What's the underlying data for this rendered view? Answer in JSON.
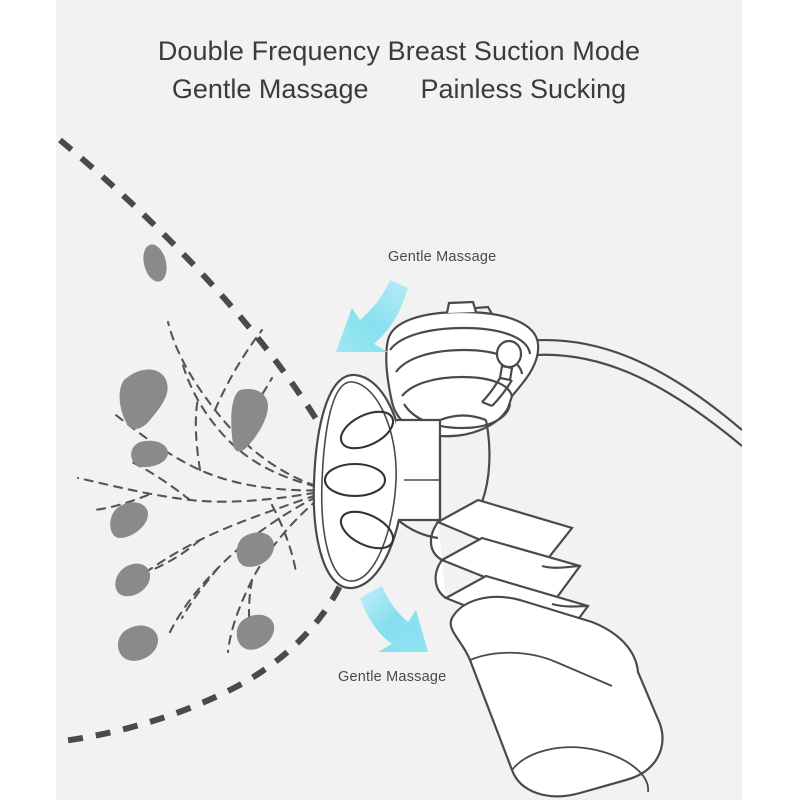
{
  "poster": {
    "background_color": "#ffffff",
    "panel_color": "#f2f2f2",
    "heading_color": "#3b3b3b",
    "callout_color": "#4a4a4a",
    "arrow_color": "#7fe3f0",
    "line_color": "#4a4a4a",
    "lobule_color": "#8a8a8a",
    "dashed_outline_color": "#4a4a4a"
  },
  "headings": {
    "line1": "Double Frequency Breast Suction Mode",
    "line2_left": "Gentle Massage",
    "line2_right": "Painless Sucking"
  },
  "callouts": {
    "top": "Gentle Massage",
    "bottom": "Gentle Massage"
  },
  "diagram": {
    "title": "Breast pump suction illustration",
    "parts": [
      {
        "name": "breast-outline",
        "style": "thick-dashed-curve"
      },
      {
        "name": "milk-duct-network",
        "style": "fine-dashed-branches"
      },
      {
        "name": "milk-lobules",
        "count": 9,
        "style": "gray-blobs"
      },
      {
        "name": "breast-shield",
        "style": "ellipse-with-3-oval-openings"
      },
      {
        "name": "pump-motor-head",
        "style": "ribbed-dome"
      },
      {
        "name": "valve-connector",
        "style": "banded-neck"
      },
      {
        "name": "collection-bottle",
        "style": "tilted-cylinder"
      },
      {
        "name": "air-tube",
        "style": "curved-double-line"
      },
      {
        "name": "massage-arrow-top",
        "direction": "down-left"
      },
      {
        "name": "massage-arrow-bottom",
        "direction": "up-left"
      }
    ]
  }
}
